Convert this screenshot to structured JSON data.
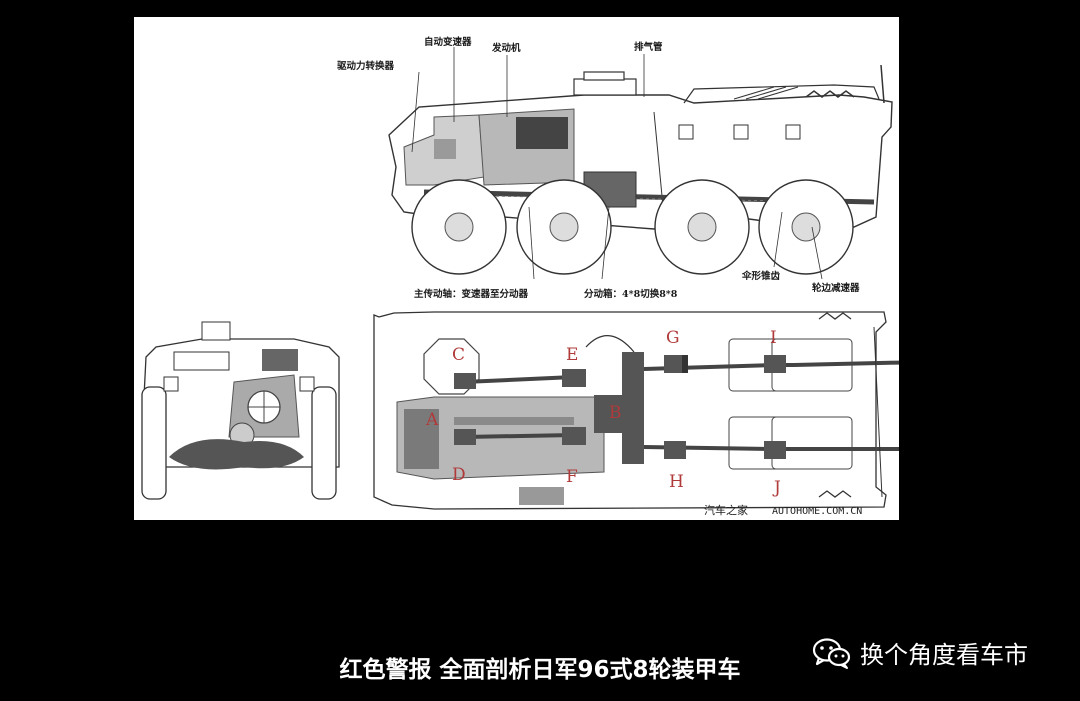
{
  "diagram": {
    "side_labels": {
      "transfer": "驱动力转换器",
      "gearbox": "自动变速器",
      "engine": "发动机",
      "exhaust": "排气管",
      "main_shaft": "主传动轴：变速器至分动器",
      "transfer_case": "分动箱：4*8切换8*8",
      "bevel_gear": "伞形锥齿",
      "hub_reducer": "轮边减速器"
    },
    "plan_letters": [
      "A",
      "B",
      "C",
      "D",
      "E",
      "F",
      "G",
      "H",
      "I",
      "J"
    ],
    "watermark": {
      "cn": "汽车之家",
      "en": "AUTOHOME.COM.CN"
    }
  },
  "caption": "红色警报 全面剖析日军96式8轮装甲车",
  "brand": {
    "name": "换个角度看车市",
    "icon": "wechat-icon"
  },
  "colors": {
    "background": "#000000",
    "diagram_bg": "#ffffff",
    "line": "#333333",
    "fill_dark": "#555555",
    "fill_mid": "#9a9a9a",
    "fill_light": "#cfcfcf",
    "letter": "#b03a3a"
  }
}
